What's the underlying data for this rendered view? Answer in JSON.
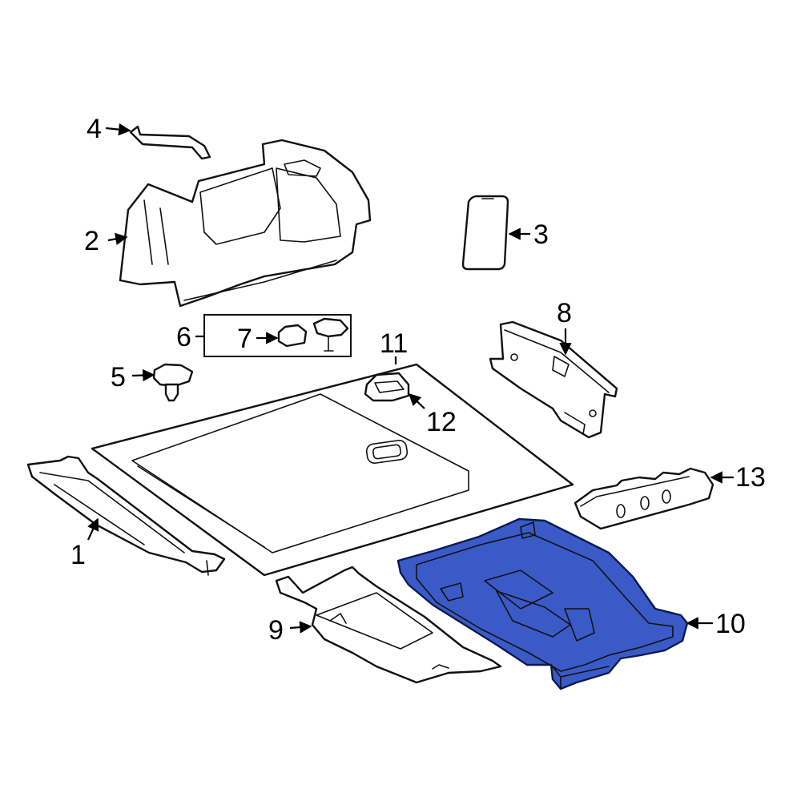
{
  "callouts": {
    "c1": "1",
    "c2": "2",
    "c3": "3",
    "c4": "4",
    "c5": "5",
    "c6": "6",
    "c7": "7",
    "c8": "8",
    "c9": "9",
    "c10": "10",
    "c11": "11",
    "c12": "12",
    "c13": "13"
  },
  "colors": {
    "highlight": "#3a5bc7",
    "line": "#111111",
    "background": "#ffffff"
  }
}
